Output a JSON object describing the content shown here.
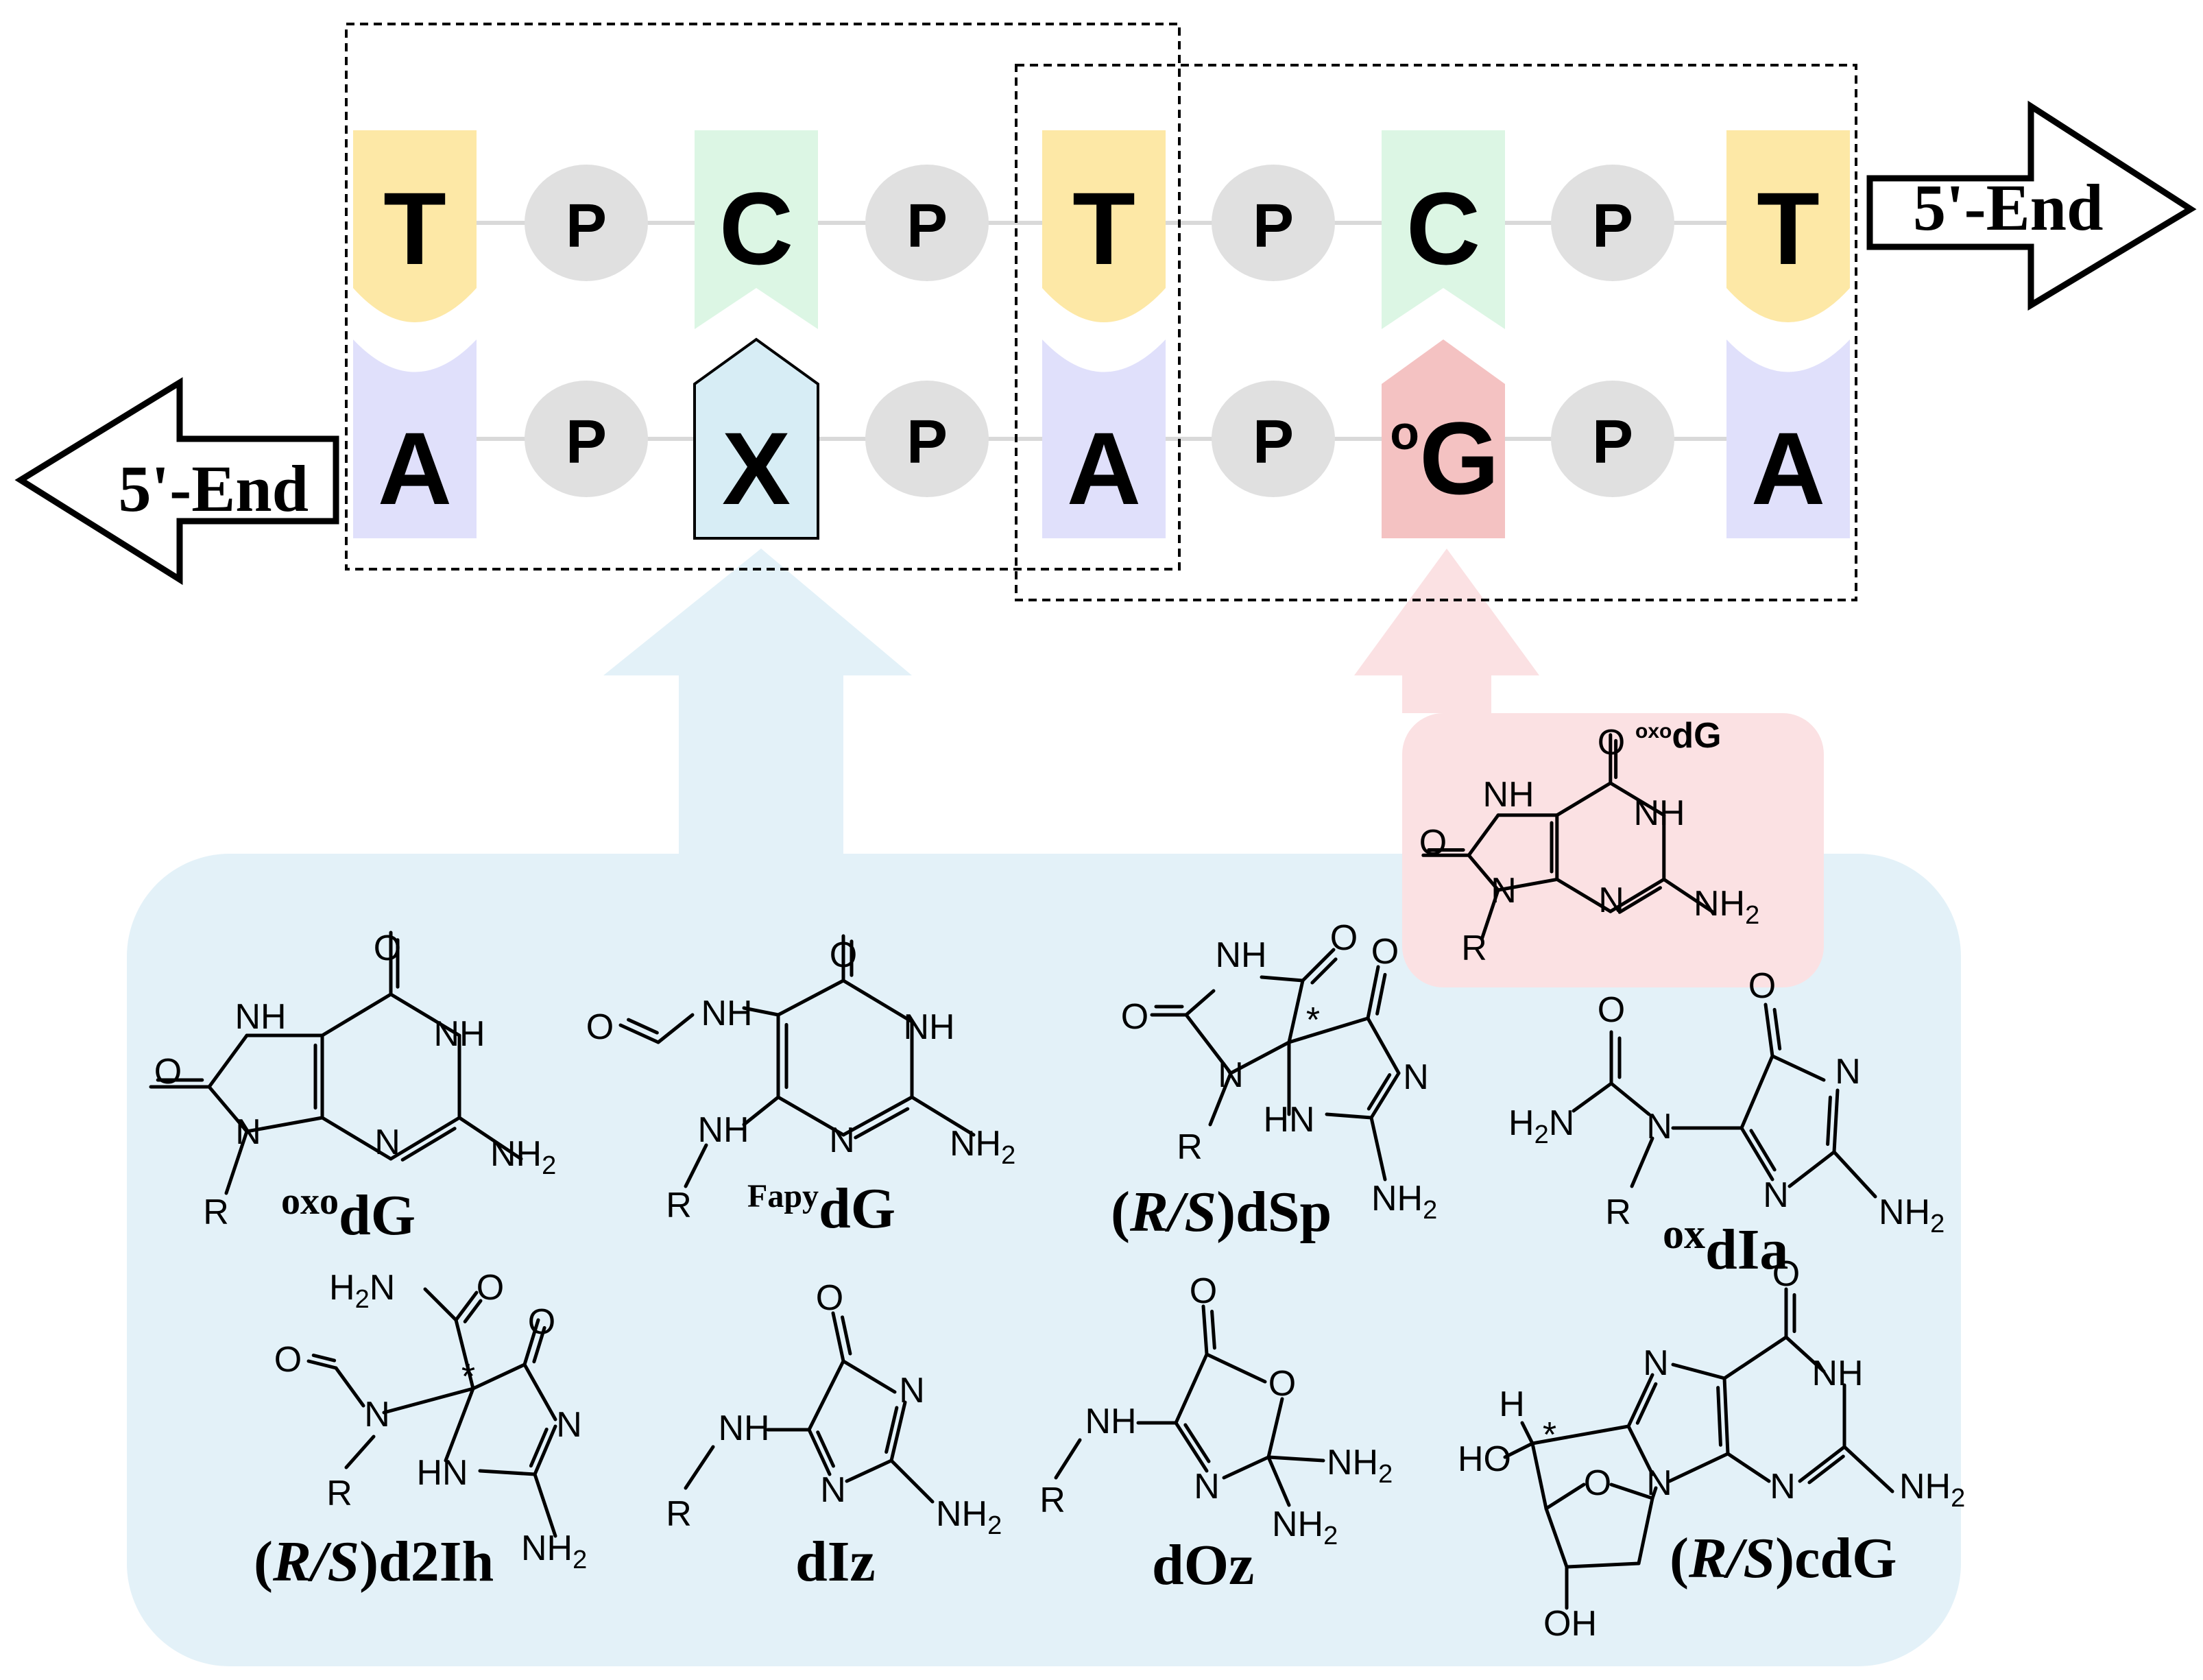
{
  "strands": {
    "top": {
      "bases": [
        "T",
        "C",
        "T",
        "C",
        "T"
      ],
      "linker": "P",
      "end_label": "5'-End"
    },
    "bottom": {
      "bases": [
        "A",
        "X",
        "A",
        "G",
        "A"
      ],
      "modified_prefix": "o",
      "linker": "P",
      "end_label": "5'-End"
    }
  },
  "colors": {
    "T": "#fde8a6",
    "A": "#e0e0fb",
    "C": "#dcf6e4",
    "X": "#d7edf5",
    "oG": "#f4c2c2",
    "phosphate": "#e0e0e0",
    "lesion_panel": "#e3f1f8",
    "oxodG_panel": "#fbe1e3"
  },
  "lesions": {
    "oxodG_inset": {
      "sup": "oxo",
      "name": "dG"
    },
    "oxodG": {
      "sup": "oxo",
      "name": "dG"
    },
    "FapydG": {
      "sup": "Fapy",
      "name": "dG"
    },
    "dSp": {
      "stereo": "R/S",
      "name": "dSp"
    },
    "oxdIa": {
      "sup": "ox",
      "name": "dIa"
    },
    "d2Ih": {
      "stereo": "R/S",
      "name": "d2Ih"
    },
    "dIz": {
      "name": "dIz"
    },
    "dOz": {
      "name": "dOz"
    },
    "cdG": {
      "stereo": "R/S",
      "name": "cdG"
    }
  },
  "atoms": {
    "O": "O",
    "NH": "NH",
    "N": "N",
    "R": "R",
    "NH2": "NH",
    "H2N": "H",
    "sub2": "2",
    "HN": "HN",
    "HO": "HO",
    "OH": "OH",
    "H": "H",
    "star": "*",
    "lparen": "(",
    "rparen": ")"
  }
}
